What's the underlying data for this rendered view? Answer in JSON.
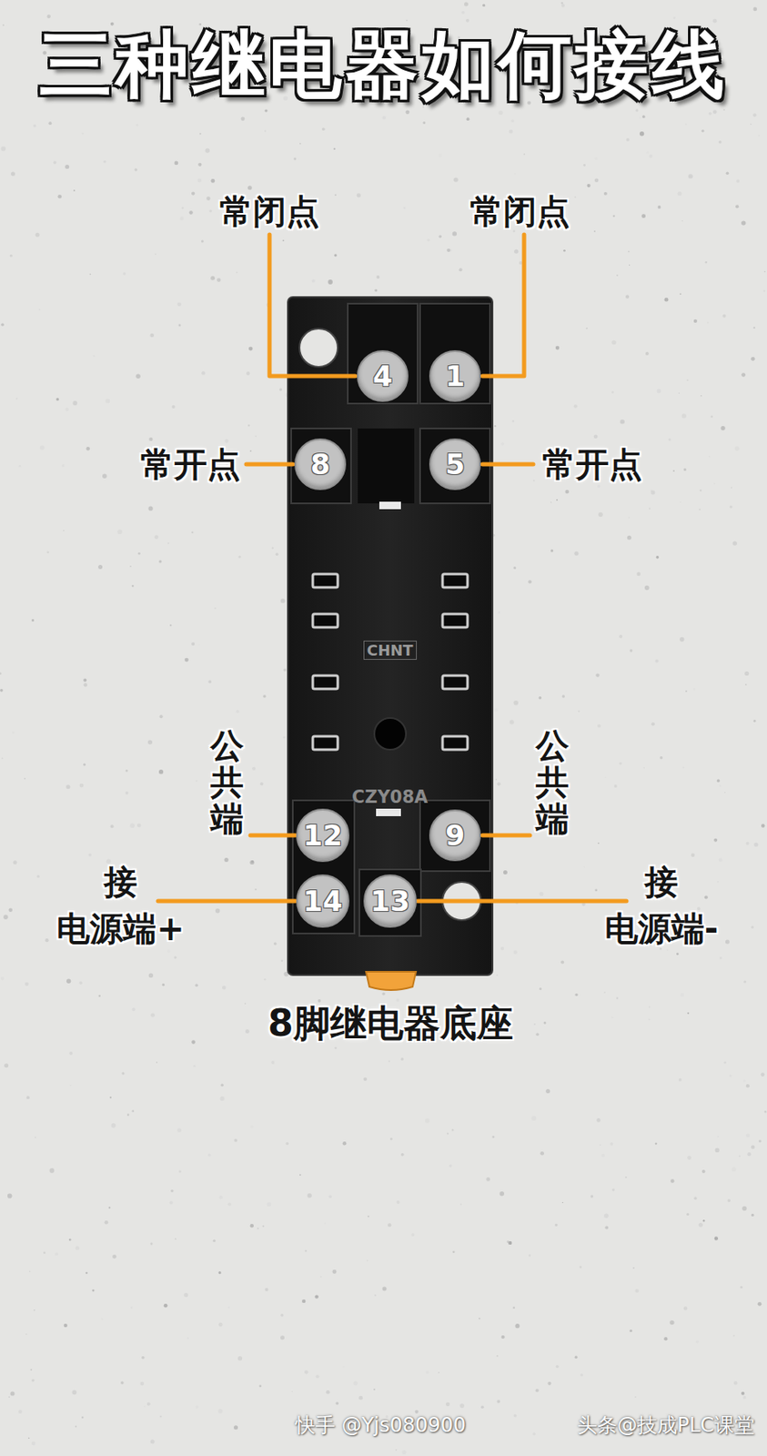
{
  "diagram": {
    "title": "三种继电器如何接线",
    "caption": "8脚继电器底座",
    "nodes": [
      {
        "text": [
          "CHNT",
          "CZY08A"
        ]
      },
      {
        "text": [
          "4"
        ],
        "in": 0
      },
      {
        "text": [
          "1"
        ],
        "in": 0
      },
      {
        "text": [
          "8"
        ],
        "in": 0
      },
      {
        "text": [
          "5"
        ],
        "in": 0
      },
      {
        "text": [
          "12"
        ],
        "in": 0
      },
      {
        "text": [
          "9"
        ],
        "in": 0
      },
      {
        "text": [
          "14"
        ],
        "in": 0
      },
      {
        "text": [
          "13"
        ],
        "in": 0
      }
    ],
    "labels": [
      "常闭点",
      "常闭点",
      "常开点",
      "常开点",
      "公共端",
      "公共端",
      "接 电源端+",
      "接 电源端-",
      "快手 @Yjs080900",
      "头条@技成PLC课堂"
    ]
  }
}
